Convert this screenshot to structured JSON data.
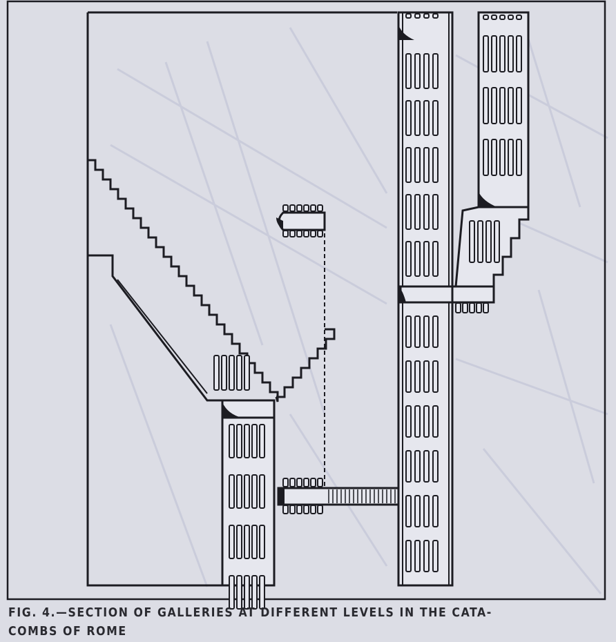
{
  "figure": {
    "caption_line1": "Fig. 4.—Section of galleries at different levels in the cata-",
    "caption_line2": "combs of Rome",
    "caption_full": "FIG. 4.—SECTION OF GALLERIES AT DIFFERENT LEVELS IN THE CATACOMBS OF ROME"
  },
  "colors": {
    "background": "#dcdde5",
    "ink": "#1c1c22",
    "map_lines": "#c4c6d6"
  }
}
